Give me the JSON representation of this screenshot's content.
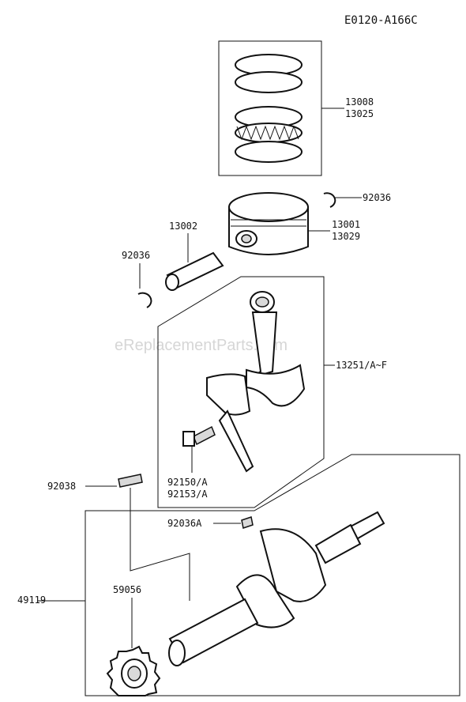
{
  "diagram_code": "E0120-A166C",
  "watermark": "eReplacementParts.com",
  "labels": {
    "p13008": "13008",
    "p13025": "13025",
    "p92036_top": "92036",
    "p13002": "13002",
    "p13001": "13001",
    "p13029": "13029",
    "p92036_left": "92036",
    "p13251": "13251/A~F",
    "p92150": "92150/A",
    "p92153": "92153/A",
    "p92038": "92038",
    "p92036A": "92036A",
    "p59056": "59056",
    "p49119": "49119"
  }
}
